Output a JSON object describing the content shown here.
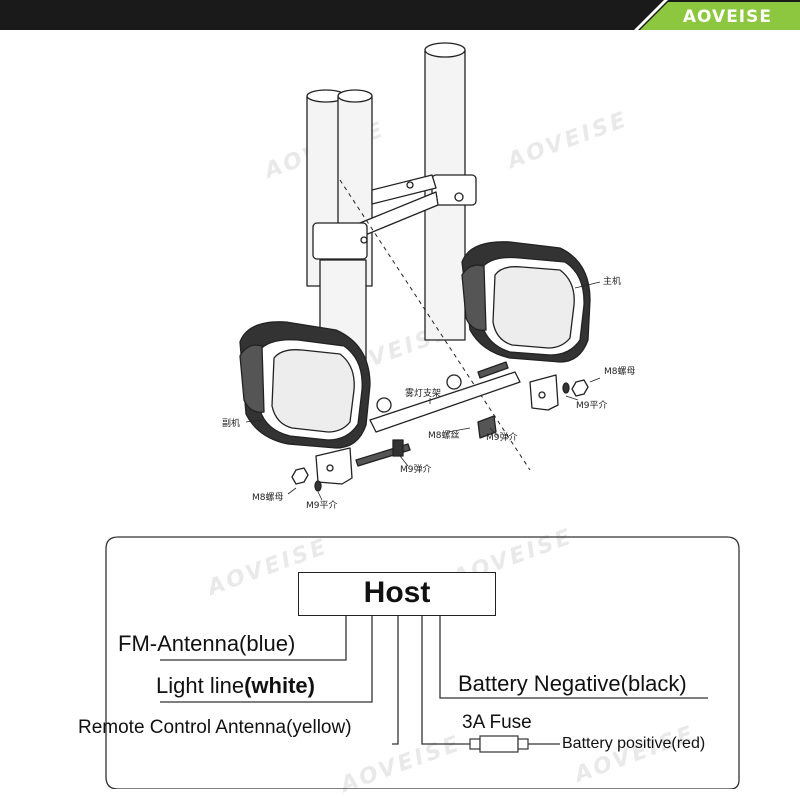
{
  "brand": {
    "name": "AOVEISE",
    "accent_color": "#8dc63f",
    "bar_color": "#1a1a1a"
  },
  "watermarks": [
    "AOVEISE",
    "AOVEISE",
    "AOVEISE",
    "AOVEISE",
    "AOVEISE",
    "AOVEISE",
    "AOVEISE"
  ],
  "illustration": {
    "labels": {
      "main_unit": "主机",
      "sub_unit": "副机",
      "light_bracket": "雾灯支架",
      "m8_screw": "M8螺丝",
      "m9_spring_washer_right": "M9弹介",
      "m9_spring_washer_left": "M9弹介",
      "m8_nut_right": "M8螺母",
      "m9_flat_washer_right": "M9平介",
      "m8_nut_left": "M8螺母",
      "m9_flat_washer_left": "M9平介"
    }
  },
  "wiring": {
    "host_label": "Host",
    "fm_antenna": "FM-Antenna(blue)",
    "light_line_prefix": "Light line",
    "light_line_color": "(white)",
    "remote_antenna": "Remote Control Antenna(yellow)",
    "battery_negative": "Battery Negative(black)",
    "fuse": "3A Fuse",
    "battery_positive": "Battery positive(red)"
  }
}
